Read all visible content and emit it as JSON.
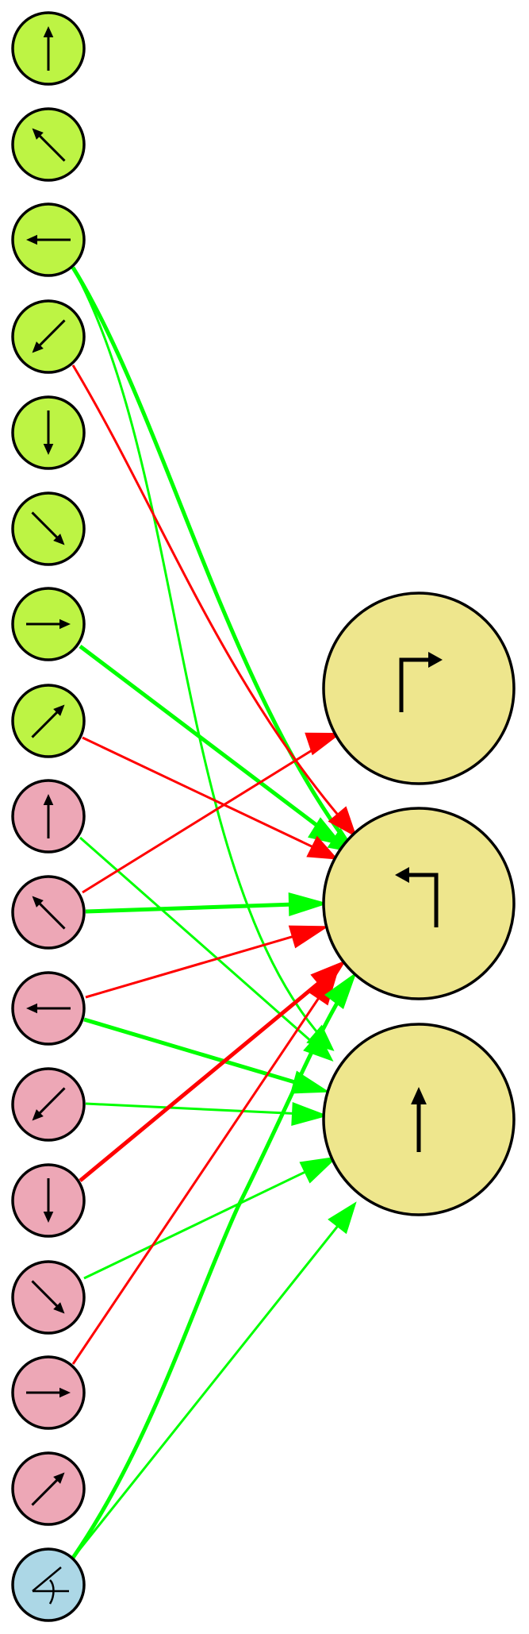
{
  "colors": {
    "input_a": "#bdf444",
    "input_b": "#eda7b6",
    "bias": "#acd7e6",
    "output": "#eee68d",
    "excite": "#00ff00",
    "inhibit": "#ff0000",
    "outline": "#000000"
  },
  "nodes": [
    {
      "id": "a0",
      "group": "input_a",
      "icon": "arrow-up-icon"
    },
    {
      "id": "a1",
      "group": "input_a",
      "icon": "arrow-up-left-icon"
    },
    {
      "id": "a2",
      "group": "input_a",
      "icon": "arrow-left-icon"
    },
    {
      "id": "a3",
      "group": "input_a",
      "icon": "arrow-down-left-icon"
    },
    {
      "id": "a4",
      "group": "input_a",
      "icon": "arrow-down-icon"
    },
    {
      "id": "a5",
      "group": "input_a",
      "icon": "arrow-down-right-icon"
    },
    {
      "id": "a6",
      "group": "input_a",
      "icon": "arrow-right-icon"
    },
    {
      "id": "a7",
      "group": "input_a",
      "icon": "arrow-up-right-icon"
    },
    {
      "id": "b0",
      "group": "input_b",
      "icon": "arrow-up-icon"
    },
    {
      "id": "b1",
      "group": "input_b",
      "icon": "arrow-up-left-icon"
    },
    {
      "id": "b2",
      "group": "input_b",
      "icon": "arrow-left-icon"
    },
    {
      "id": "b3",
      "group": "input_b",
      "icon": "arrow-down-left-icon"
    },
    {
      "id": "b4",
      "group": "input_b",
      "icon": "arrow-down-icon"
    },
    {
      "id": "b5",
      "group": "input_b",
      "icon": "arrow-down-right-icon"
    },
    {
      "id": "b6",
      "group": "input_b",
      "icon": "arrow-right-icon"
    },
    {
      "id": "b7",
      "group": "input_b",
      "icon": "arrow-up-right-icon"
    },
    {
      "id": "bias",
      "group": "bias",
      "icon": "bias-angle-icon"
    },
    {
      "id": "out_right",
      "group": "output",
      "icon": "turn-right-icon"
    },
    {
      "id": "out_left",
      "group": "output",
      "icon": "turn-left-icon"
    },
    {
      "id": "out_forward",
      "group": "output",
      "icon": "arrow-up-icon"
    }
  ],
  "edges": [
    {
      "from": "a2",
      "to": "out_left",
      "sign": "excite",
      "weight": "strong"
    },
    {
      "from": "a2",
      "to": "out_forward",
      "sign": "excite",
      "weight": "weak"
    },
    {
      "from": "a3",
      "to": "out_left",
      "sign": "inhibit",
      "weight": "weak"
    },
    {
      "from": "a6",
      "to": "out_left",
      "sign": "excite",
      "weight": "strong"
    },
    {
      "from": "a7",
      "to": "out_left",
      "sign": "inhibit",
      "weight": "weak"
    },
    {
      "from": "b0",
      "to": "out_forward",
      "sign": "excite",
      "weight": "weak"
    },
    {
      "from": "b1",
      "to": "out_right",
      "sign": "inhibit",
      "weight": "weak"
    },
    {
      "from": "b1",
      "to": "out_left",
      "sign": "excite",
      "weight": "strong"
    },
    {
      "from": "b2",
      "to": "out_left",
      "sign": "inhibit",
      "weight": "weak"
    },
    {
      "from": "b2",
      "to": "out_forward",
      "sign": "excite",
      "weight": "strong"
    },
    {
      "from": "b3",
      "to": "out_forward",
      "sign": "excite",
      "weight": "weak"
    },
    {
      "from": "b4",
      "to": "out_left",
      "sign": "inhibit",
      "weight": "strong"
    },
    {
      "from": "b5",
      "to": "out_forward",
      "sign": "excite",
      "weight": "weak"
    },
    {
      "from": "b6",
      "to": "out_left",
      "sign": "inhibit",
      "weight": "weak"
    },
    {
      "from": "bias",
      "to": "out_left",
      "sign": "excite",
      "weight": "strong"
    },
    {
      "from": "bias",
      "to": "out_forward",
      "sign": "excite",
      "weight": "weak"
    }
  ]
}
